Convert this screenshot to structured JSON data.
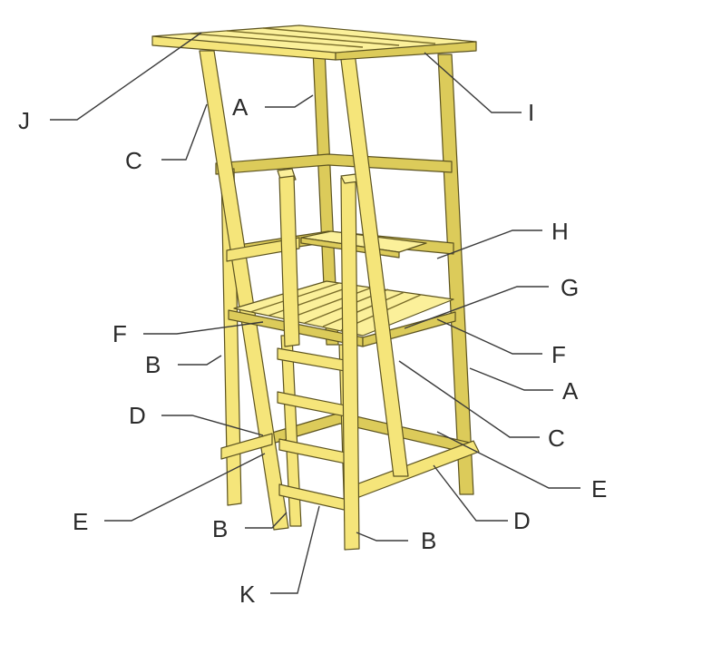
{
  "labels": {
    "J": "J",
    "A_top": "A",
    "C_top": "C",
    "I": "I",
    "H": "H",
    "G": "G",
    "F_left": "F",
    "F_right": "F",
    "B_left": "B",
    "A_right": "A",
    "D_left": "D",
    "C_right": "C",
    "E_right": "E",
    "E_left": "E",
    "D_right": "D",
    "B_bottom_left": "B",
    "B_bottom_right": "B",
    "K": "K"
  },
  "colors": {
    "wood": "#f5e57a",
    "wood_shadow": "#dccb5a",
    "outline": "#5c5320",
    "label_text": "#2b2b2b"
  }
}
